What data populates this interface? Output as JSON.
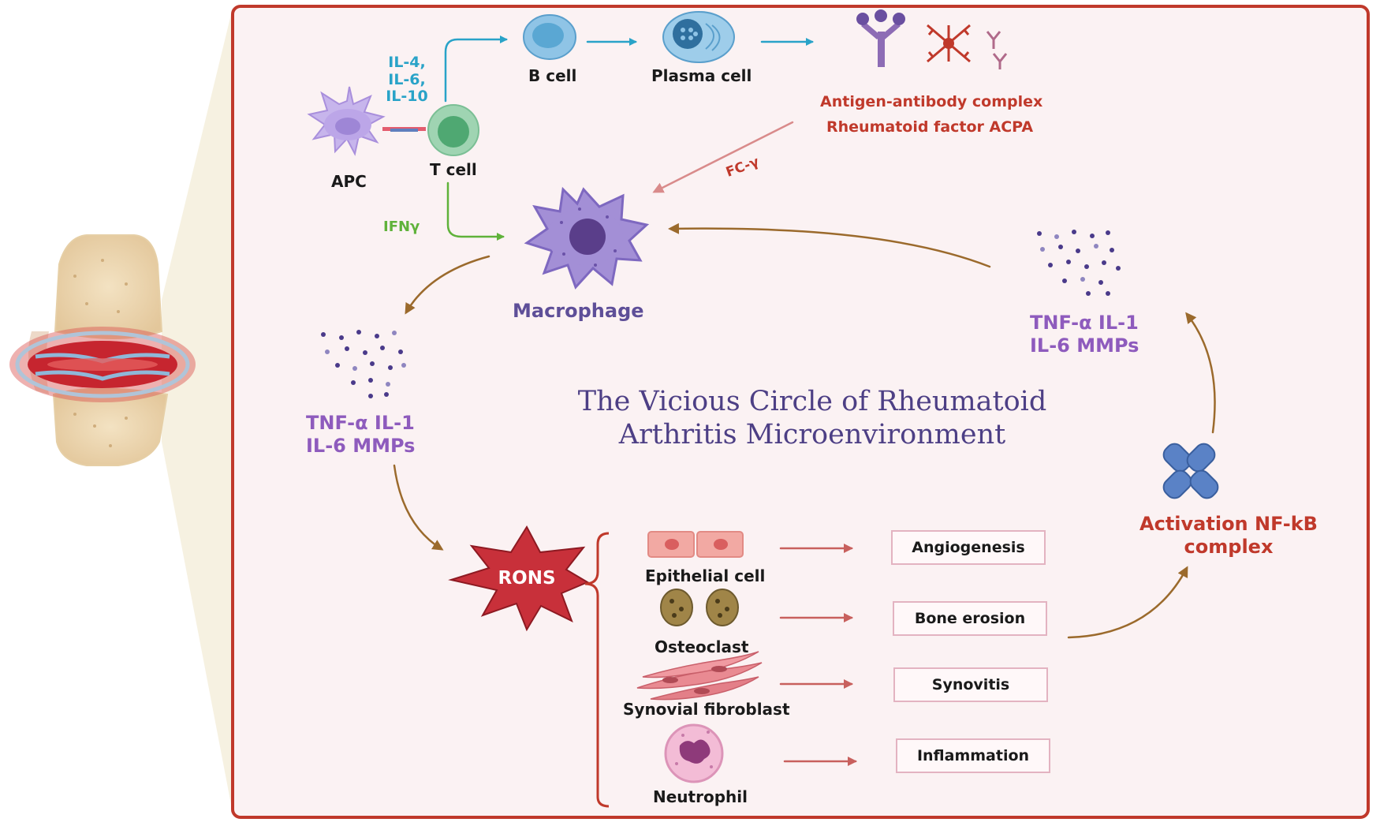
{
  "title": "The Vicious Circle of Rheumatoid Arthritis Microenvironment",
  "cells": {
    "apc": "APC",
    "t_cell": "T cell",
    "b_cell": "B cell",
    "plasma_cell": "Plasma cell",
    "macrophage": "Macrophage",
    "epithelial_cell": "Epithelial cell",
    "osteoclast": "Osteoclast",
    "synovial_fibroblast": "Synovial fibroblast",
    "neutrophil": "Neutrophil"
  },
  "cytokines": {
    "il4": "IL-4,",
    "il6": "IL-6,",
    "il10": "IL-10",
    "ifn": "IFNγ",
    "fc": "FC-γ"
  },
  "antibody": {
    "line1": "Antigen-antibody complex",
    "line2": "Rheumatoid factor  ACPA"
  },
  "cytokine_cluster": {
    "line1": "TNF-α IL-1",
    "line2": "IL-6 MMPs"
  },
  "rons": "RONS",
  "nfkb": {
    "line1": "Activation NF-kB",
    "line2": "complex"
  },
  "outcomes": [
    "Angiogenesis",
    "Bone erosion",
    "Synovitis",
    "Inflammation"
  ],
  "colors": {
    "frame": "#c0392b",
    "panel": "#fbf2f3",
    "cyan_arrow": "#29a3c8",
    "green_arrow": "#5fb23a",
    "brown_arrow": "#9b6a2c",
    "red_arrow": "#c8605d",
    "purple_text": "#8e5bbd",
    "title": "#4d3f85"
  }
}
